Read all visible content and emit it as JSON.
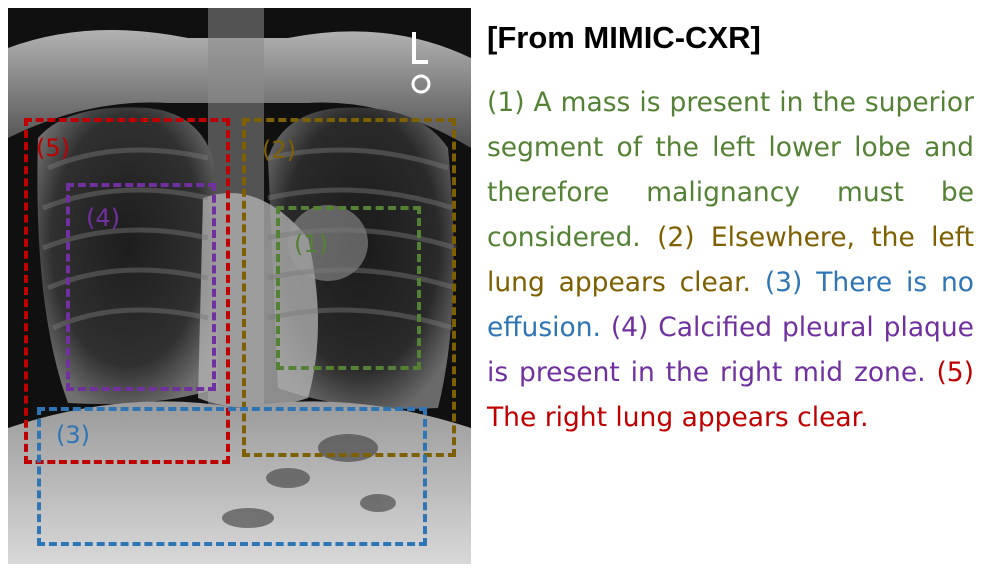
{
  "source_title": "[From MIMIC-CXR]",
  "colors": {
    "finding_1": "#548235",
    "finding_2": "#7f6000",
    "finding_3": "#2e75b6",
    "finding_4": "#7030a0",
    "finding_5": "#c00000"
  },
  "regions": {
    "r1": "(1)",
    "r2": "(2)",
    "r3": "(3)",
    "r4": "(4)",
    "r5": "(5)"
  },
  "findings": {
    "f1": "(1) A mass is present in the superior segment of the left lower lobe and therefore malignancy must be considered.",
    "f2": "(2) Elsewhere, the left lung appears clear.",
    "f3": "(3) There is no effusion.",
    "f4": "(4) Calcified pleural plaque is present in the right mid zone.",
    "f5": "(5) The right lung appears clear."
  }
}
